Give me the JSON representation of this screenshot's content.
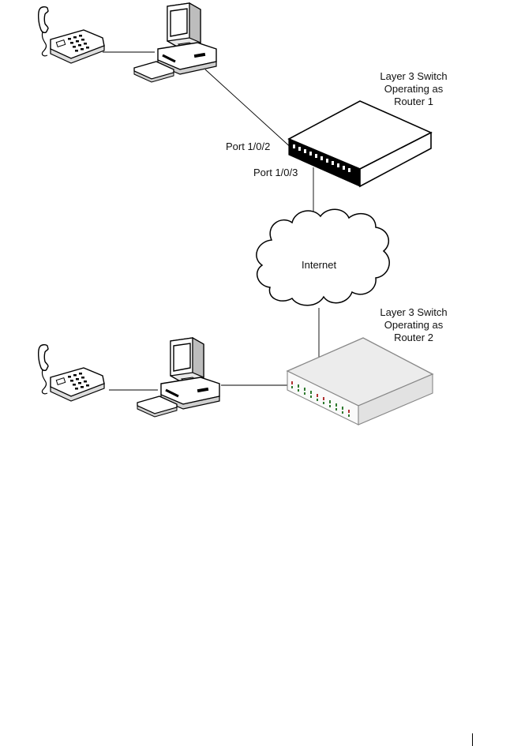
{
  "router1": {
    "line1": "Layer 3 Switch",
    "line2": "Operating as",
    "line3": "Router 1"
  },
  "router2": {
    "line1": "Layer 3 Switch",
    "line2": "Operating as",
    "line3": "Router 2"
  },
  "ports": {
    "port_a": "Port 1/0/2",
    "port_b": "Port 1/0/3"
  },
  "cloud": {
    "label": "Internet"
  },
  "icons": {
    "phone": "telephone-icon",
    "computer": "desktop-computer-icon",
    "switch": "layer3-switch-icon",
    "cloud": "internet-cloud-icon"
  }
}
